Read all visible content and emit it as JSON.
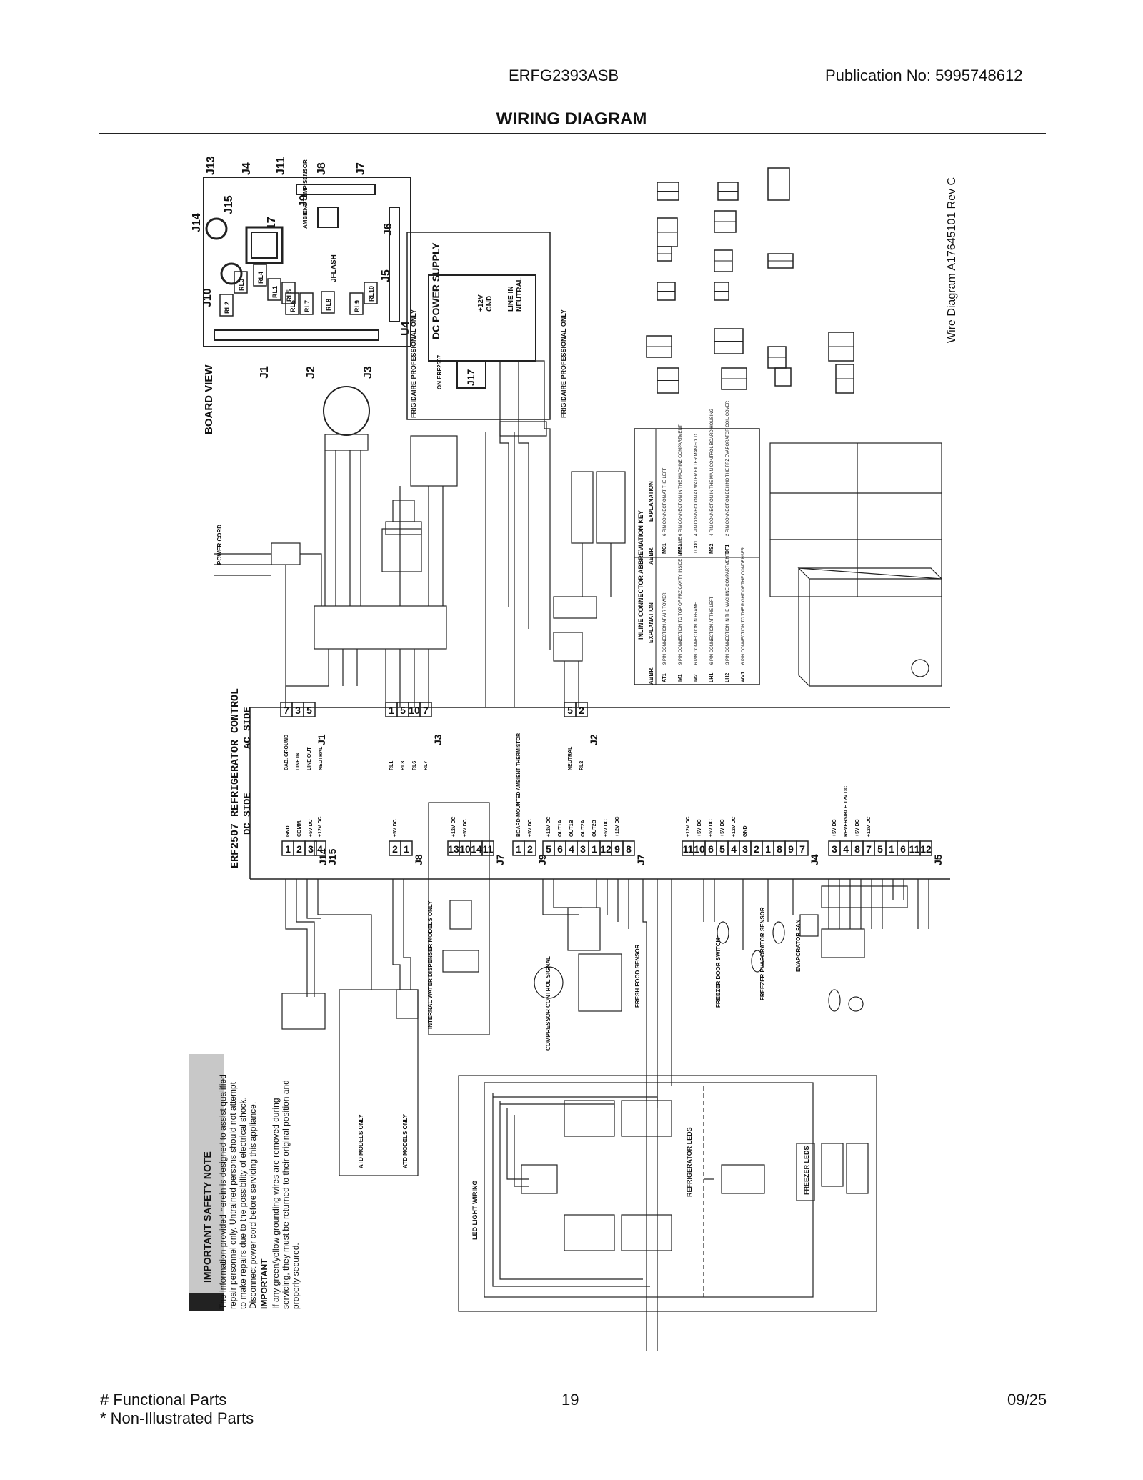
{
  "header": {
    "model": "ERFG2393ASB",
    "publication": "Publication No:  5995748612",
    "title": "WIRING DIAGRAM"
  },
  "diagram": {
    "board_view": "BOARD VIEW",
    "board_connectors": [
      "J13",
      "J4",
      "J11",
      "J8",
      "J7",
      "J14",
      "J15",
      "J17",
      "J9",
      "J6",
      "J5",
      "J1",
      "J2",
      "J3",
      "J10",
      "U4"
    ],
    "relay_labels": [
      "RL1",
      "RL2",
      "RL3",
      "RL4",
      "RL5",
      "RL6",
      "RL7",
      "RL8",
      "RL9",
      "RL10"
    ],
    "jflash": "JFLASH",
    "ambient_sensor": "AMBIENT TEMP SENSOR",
    "wire_diagram_ref": "Wire Diagram A17645101 Rev C",
    "dc_power_supply": "DC POWER SUPPLY",
    "frigidaire_professional_only": "FRIGIDAIRE PROFESSIONAL ONLY",
    "on_erf2507": "ON ERF2507",
    "line_in": "LINE IN",
    "neutral": "NEUTRAL",
    "plus12v": "+12V",
    "gnd": "GND",
    "control_title": "ERF2507 REFRIGERATOR CONTROL",
    "ac_side": "AC SIDE",
    "dc_side": "DC SIDE",
    "internal_water": "INTERNAL WATER DISPENSER MODELS ONLY",
    "atd_models": "ATD MODELS ONLY",
    "led_light_wiring": "LED LIGHT WIRING",
    "refrigerator_leds": "REFRIGERATOR LEDS",
    "freezer_leds": "FREEZER LEDS",
    "compressor_control": "COMPRESSOR CONTROL SIGNAL",
    "fresh_food_sensor": "FRESH FOOD SENSOR",
    "freezer_door_switch": "FREEZER DOOR SWITCH",
    "freezer_evaporator_sensor": "FREEZER EVAPORATOR SENSOR",
    "evaporator_fan": "EVAPORATOR FAN",
    "power_cord": "POWER CORD",
    "connector_key_title": "INLINE CONNECTOR ABBREVIATION KEY",
    "connector_key_headers": [
      "ABBR.",
      "EXPLANATION",
      "ABBR.",
      "EXPLANATION"
    ],
    "connector_key": [
      [
        "AT1",
        "9 PIN CONNECTION AT AIR TOWER",
        "MC1",
        "6 PIN CONNECTION AT THE LEFT"
      ],
      [
        "IM1",
        "9 PIN CONNECTION TO TOP OF FRZ CAVITY INSIDE IN FRAME",
        "MS1",
        "6 PIN CONNECTION IN THE MACHINE COMPARTMENT"
      ],
      [
        "IM2",
        "6 PIN CONNECTION IN FRAME",
        "TCO1",
        "4 PIN CONNECTION AT WATER FILTER MANIFOLD"
      ],
      [
        "LH1",
        "6 PIN CONNECTION AT THE LEFT",
        "MS2",
        "4 PIN CONNECTION IN THE MAIN CONTROL BOARD HOUSING"
      ],
      [
        "LH2",
        "3 PIN CONNECTION IN THE MACHINE COMPARTMENT",
        "DF1",
        "2 PIN CONNECTION BEHIND THE FRZ EVAPORATOR COIL COVER"
      ],
      [
        "WV1",
        "6 PIN CONNECTION TO THE RIGHT OF THE CONDENSER",
        "",
        ""
      ]
    ],
    "safety": {
      "heading": "IMPORTANT SAFETY NOTE",
      "line1": "The information provided herein is designed to assist qualified",
      "line2": "repair personnel only. Untrained persons should not attempt",
      "line3": "to make repairs due to the possibility of electrical shock.",
      "line4": "Disconnect power cord before servicing this appliance.",
      "important": "IMPORTANT",
      "line5": "If any green/yellow grounding wires are removed during",
      "line6": "servicing, they must be returned to their original position and",
      "line7": "properly secured."
    },
    "ac_j1": {
      "label": "J1",
      "pins": [
        "7",
        "3",
        "5"
      ],
      "names": [
        "CAB. GROUND",
        "LINE IN",
        "LINE OUT",
        "NEUTRAL"
      ]
    },
    "ac_j3": {
      "label": "J3",
      "pins": [
        "1",
        "5",
        "10",
        "7"
      ],
      "names": [
        "RL1",
        "RL3",
        "RL6",
        "RL7"
      ]
    },
    "ac_j2": {
      "label": "J2",
      "pins": [
        "5",
        "2"
      ],
      "names": [
        "NEUTRAL",
        "RL2"
      ]
    },
    "dc_j14": {
      "label": "J14",
      "pins": [
        "1",
        "2",
        "3"
      ],
      "names": [
        "GND",
        "COMM.",
        "+5V DC"
      ]
    },
    "dc_j15": {
      "label": "J15",
      "pins": [
        "4"
      ],
      "names": [
        "+12V DC"
      ]
    },
    "dc_j8": {
      "label": "J8",
      "pins": [
        "2",
        "1"
      ],
      "names": [
        "+5V DC"
      ]
    },
    "dc_j7a": {
      "label": "J7",
      "pins": [
        "13",
        "10",
        "14",
        "11"
      ],
      "names": [
        "+12V DC",
        "+5V DC"
      ]
    },
    "dc_j9": {
      "label": "J9",
      "pins": [
        "1",
        "2"
      ],
      "names": [
        "BOARD-MOUNTED AMBIENT THERMISTOR",
        "+5V DC"
      ]
    },
    "dc_j7b": {
      "label": "J7",
      "pins": [
        "5",
        "6",
        "4",
        "3",
        "1",
        "12",
        "9",
        "8"
      ],
      "names": [
        "+12V DC",
        "OUT1A",
        "OUT1B",
        "OUT2A",
        "OUT2B",
        "+5V DC",
        "+12V DC"
      ]
    },
    "dc_j4": {
      "label": "J4",
      "pins": [
        "11",
        "10",
        "6",
        "5",
        "4",
        "3",
        "2",
        "1",
        "8",
        "9",
        "7"
      ],
      "names": [
        "+12V DC",
        "+5V DC",
        "+5V DC",
        "+5V DC",
        "+12V DC",
        "GND"
      ]
    },
    "dc_j5": {
      "label": "J5",
      "pins": [
        "3",
        "4",
        "8",
        "7",
        "5",
        "1",
        "6",
        "11",
        "12"
      ],
      "names": [
        "+5V DC",
        "REVERSIBLE 12V DC",
        "+5V DC",
        "+12V DC"
      ]
    }
  },
  "footer": {
    "functional": "# Functional Parts",
    "non_illustrated": "* Non-Illustrated Parts",
    "page": "19",
    "date": "09/25"
  }
}
